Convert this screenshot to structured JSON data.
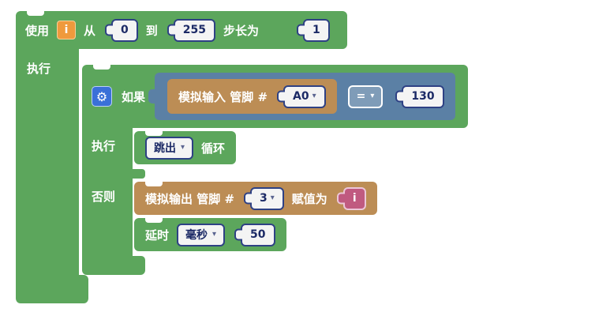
{
  "colors": {
    "green": "#5ca65c",
    "blue": "#5b80a5",
    "tan": "#bc8d55",
    "pink": "#c05a80",
    "orange": "#ef9a3d",
    "gear_blue": "#3a70d8",
    "chip_bg": "#f4f4f4",
    "chip_border": "#2e4184",
    "chip_text": "#1c2a66",
    "canvas": "#ffffff"
  },
  "icons": {
    "gear": "⚙",
    "caret_down": "▾"
  },
  "loop_block": {
    "use_label": "使用",
    "variable": "i",
    "from_label": "从",
    "from_value": "0",
    "to_label": "到",
    "to_value": "255",
    "step_label": "步长为",
    "step_value": "1",
    "do_label": "执行"
  },
  "if_block": {
    "if_label": "如果",
    "do_label": "执行",
    "else_label": "否则"
  },
  "condition": {
    "analog_read_label": "模拟输入 管脚 #",
    "pin_value": "A0",
    "operator": "=",
    "compare_value": "130"
  },
  "break_block": {
    "action_value": "跳出",
    "suffix_label": "循环"
  },
  "analog_write_block": {
    "label": "模拟输出 管脚 #",
    "pin_value": "3",
    "assign_label": "赋值为",
    "variable": "i"
  },
  "delay_block": {
    "label": "延时",
    "unit_value": "毫秒",
    "value": "50"
  }
}
